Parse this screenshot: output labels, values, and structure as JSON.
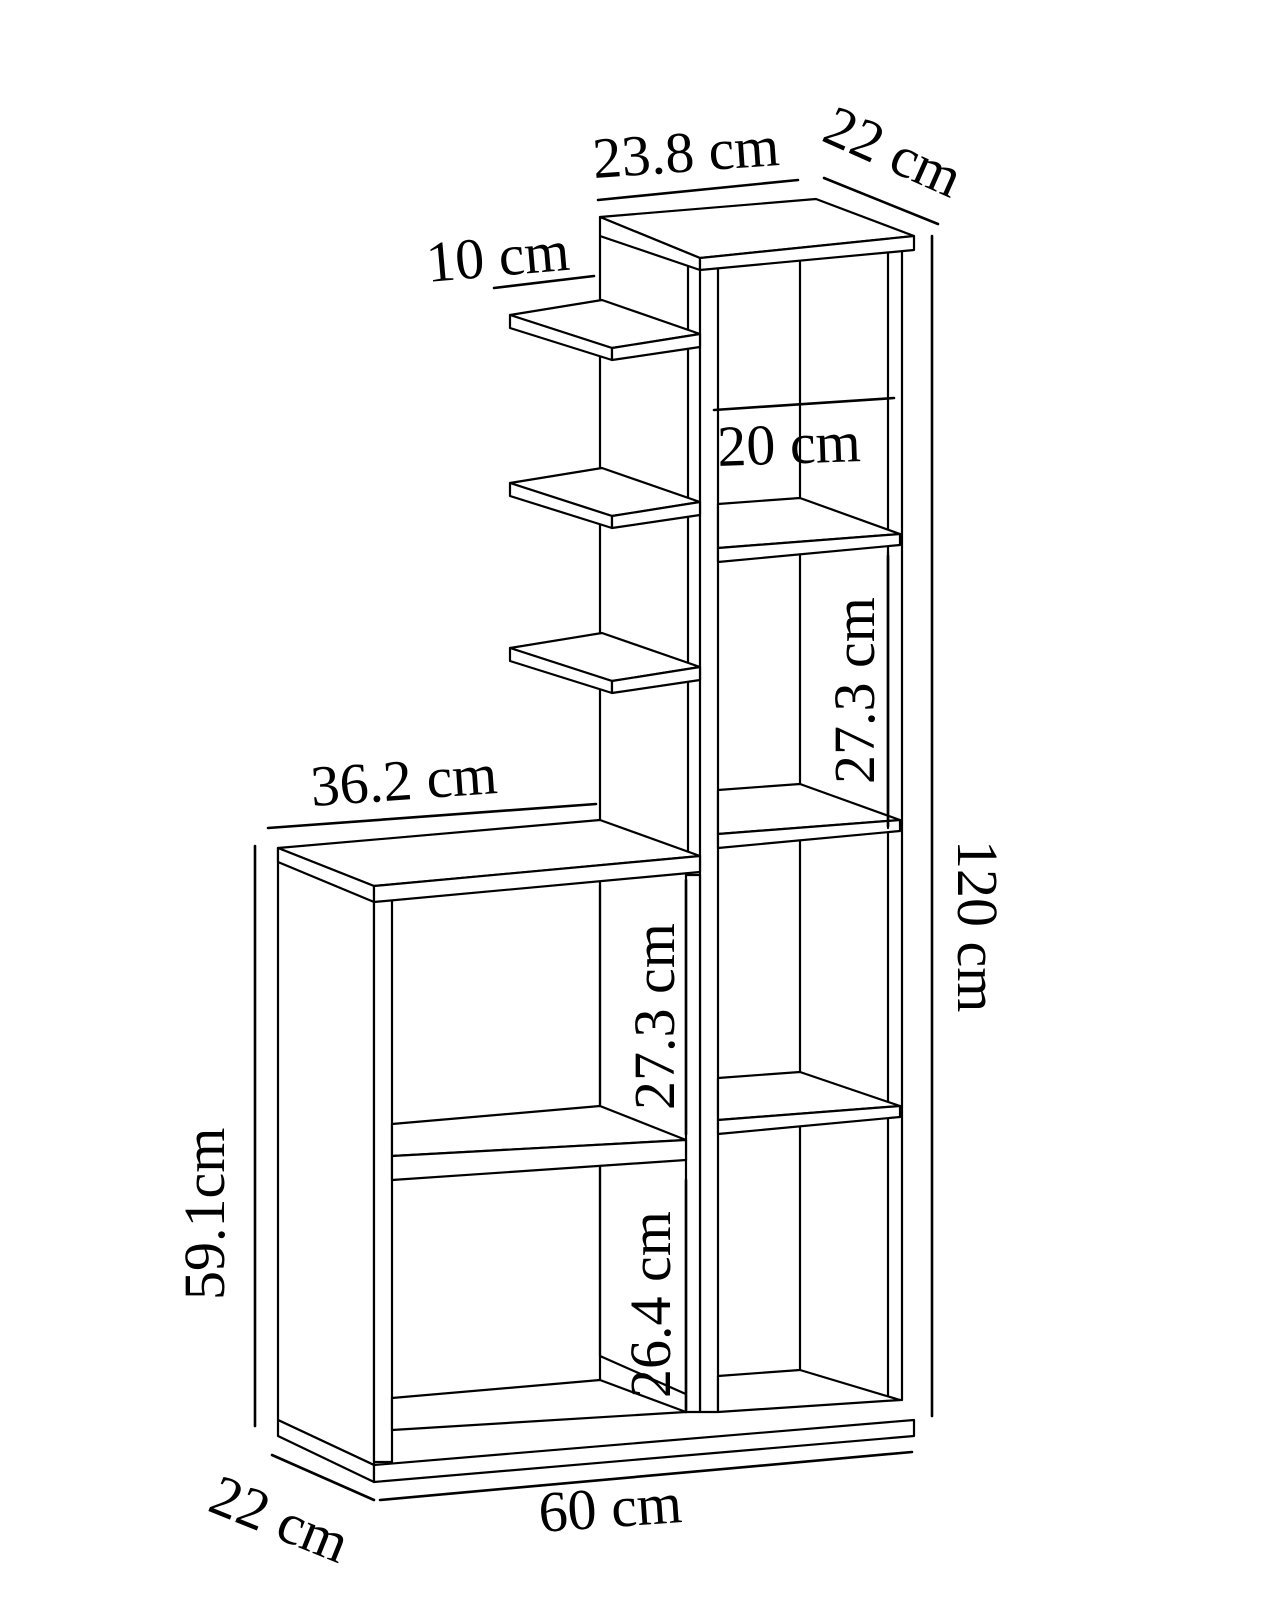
{
  "dimensions": {
    "top_width": "23.8 cm",
    "top_depth": "22 cm",
    "shelf_depth_small": "10 cm",
    "inner_width": "20 cm",
    "upper_compartment_height": "27.3 cm",
    "total_height": "120 cm",
    "lower_width": "36.2 cm",
    "lower_compartment_height": "27.3 cm",
    "lower_height": "59.1cm",
    "bottom_compartment_height": "26.4 cm",
    "base_depth": "22 cm",
    "total_width": "60 cm"
  }
}
